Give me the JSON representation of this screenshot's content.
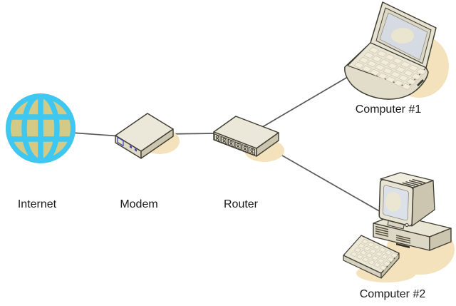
{
  "diagram": {
    "nodes": {
      "internet": {
        "label": "Internet",
        "icon": "globe-icon"
      },
      "modem": {
        "label": "Modem",
        "icon": "modem-icon"
      },
      "router": {
        "label": "Router",
        "icon": "router-icon"
      },
      "computer1": {
        "label": "Computer #1",
        "icon": "laptop-icon"
      },
      "computer2": {
        "label": "Computer #2",
        "icon": "desktop-computer-icon"
      }
    },
    "edges": [
      {
        "from": "internet",
        "to": "modem"
      },
      {
        "from": "modem",
        "to": "router"
      },
      {
        "from": "router",
        "to": "computer1"
      },
      {
        "from": "router",
        "to": "computer2"
      }
    ],
    "colors": {
      "globe_grid_cyan": "#3ec7f0",
      "globe_land_tan": "#d3cb85",
      "device_top": "#ece8d9",
      "device_front": "#dfdac7",
      "device_side": "#ccc6b0",
      "key_fill": "#f2edda",
      "screen_blue": "#d6dbe4",
      "screen_glow": "#efe8c8",
      "shadow_tan": "#f3e2bb",
      "outline": "#3f3d33",
      "edge_line": "#58595a",
      "label_text": "#1a1a1a",
      "background": "#ffffff"
    }
  }
}
